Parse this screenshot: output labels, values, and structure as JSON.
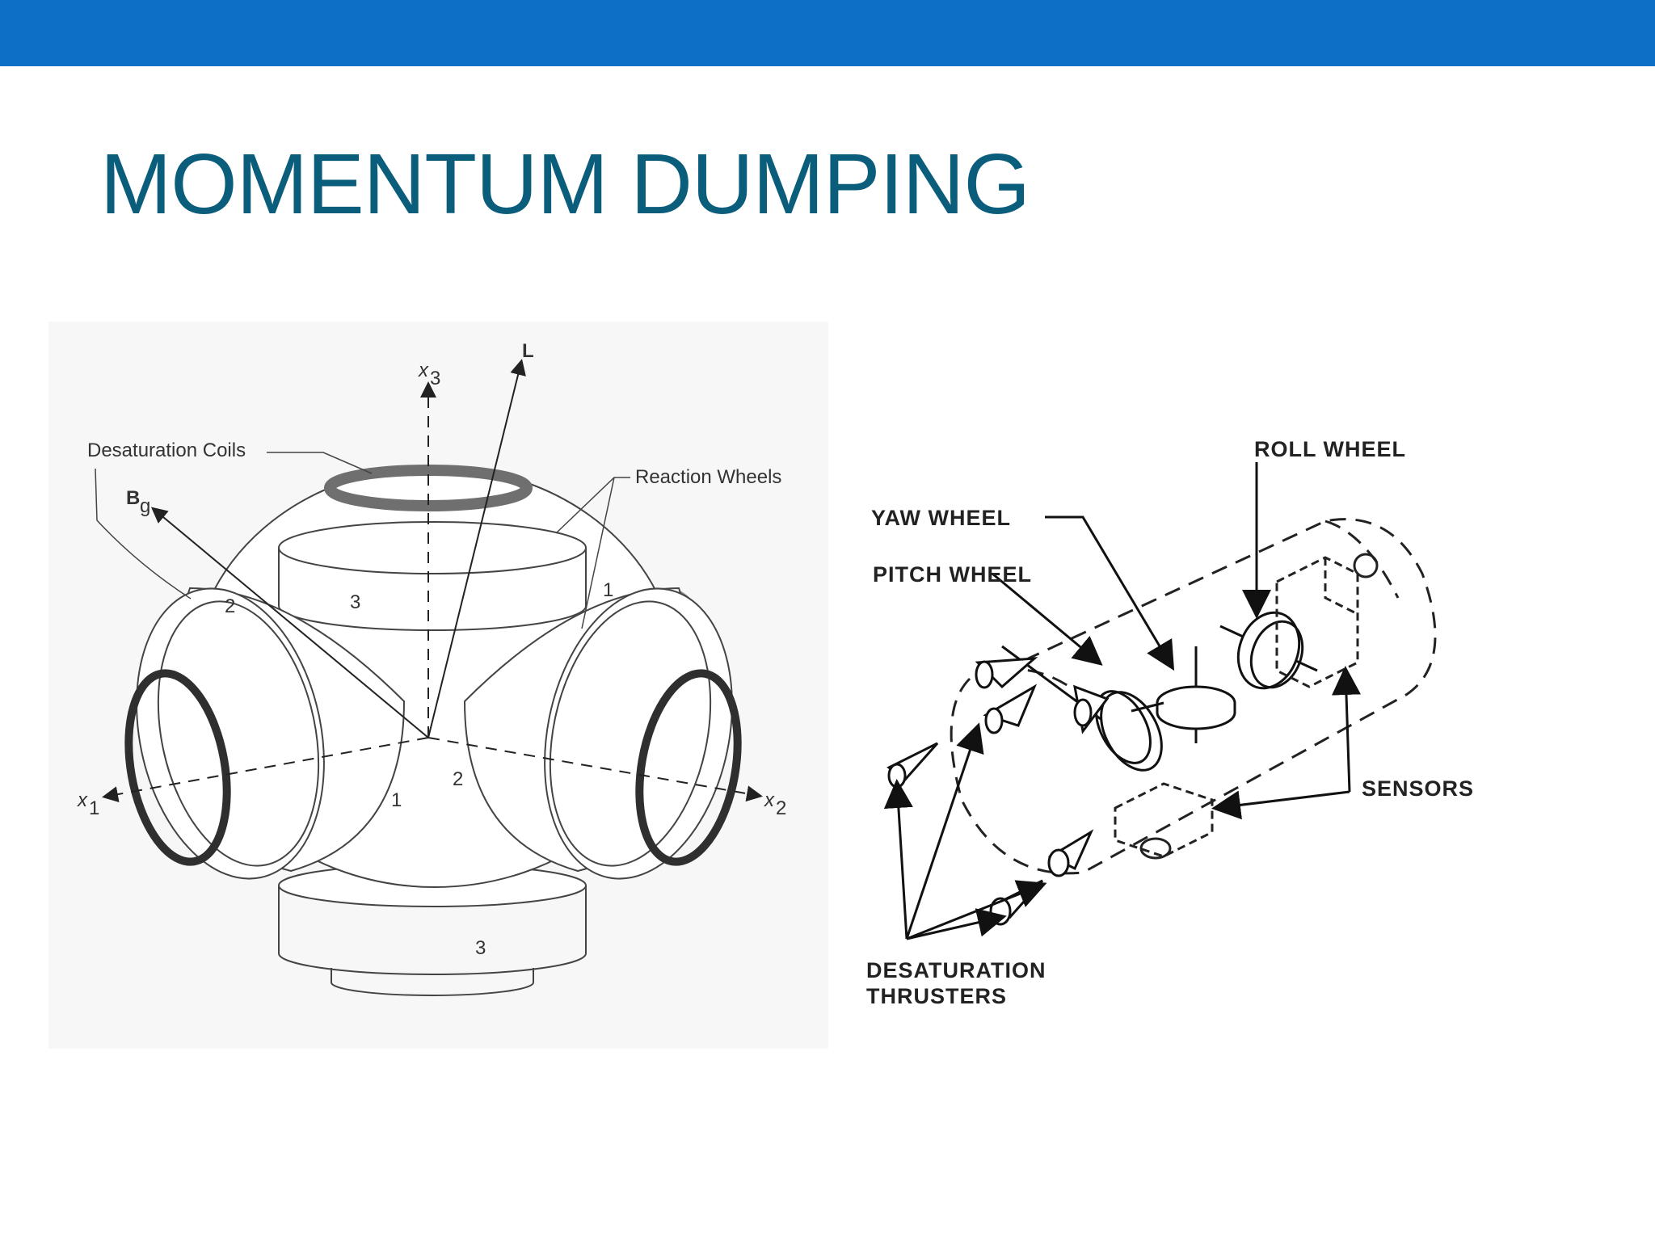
{
  "slide": {
    "title": "MOMENTUM DUMPING",
    "accent_color": "#0e6fc6",
    "title_color": "#0b5d7c"
  },
  "left_figure": {
    "labels": {
      "coils": "Desaturation Coils",
      "wheels": "Reaction Wheels",
      "bg": "B",
      "bg_sub": "g",
      "x1": "x",
      "x1_sub": "1",
      "x2": "x",
      "x2_sub": "2",
      "x3": "x",
      "x3_sub": "3",
      "L": "L",
      "wheel_1a": "1",
      "wheel_1b": "1",
      "wheel_2a": "2",
      "wheel_2b": "2",
      "wheel_3a": "3",
      "wheel_3b": "3"
    }
  },
  "right_figure": {
    "labels": {
      "roll": "ROLL WHEEL",
      "yaw": "YAW WHEEL",
      "pitch": "PITCH WHEEL",
      "sensors": "SENSORS",
      "thrusters_line1": "DESATURATION",
      "thrusters_line2": "THRUSTERS"
    }
  }
}
